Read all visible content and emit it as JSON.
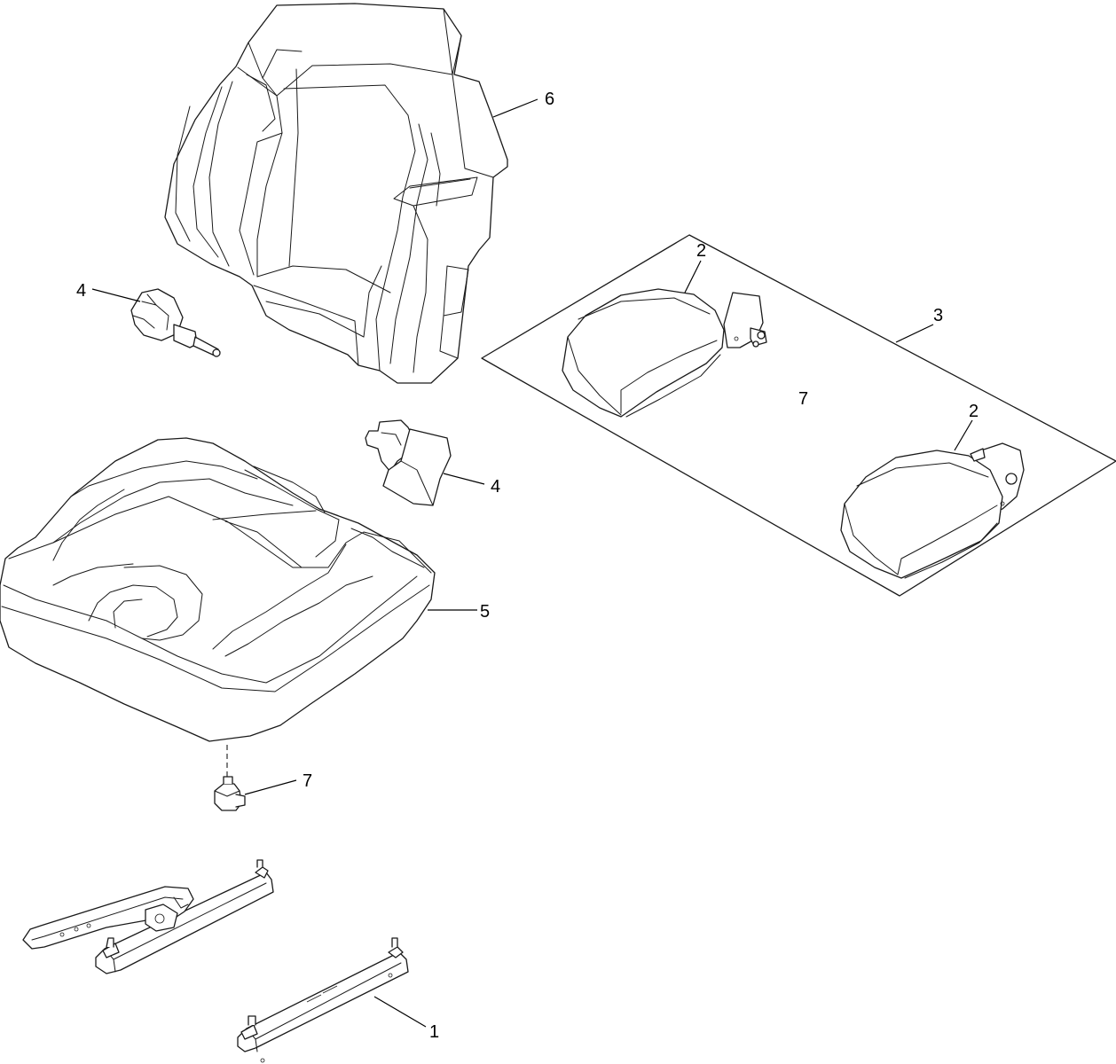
{
  "callouts": {
    "c6": "6",
    "c4a": "4",
    "c3": "3",
    "c2a": "2",
    "c7a": "7",
    "c2b": "2",
    "c4b": "4",
    "c5": "5",
    "c7b": "7",
    "c1": "1"
  }
}
